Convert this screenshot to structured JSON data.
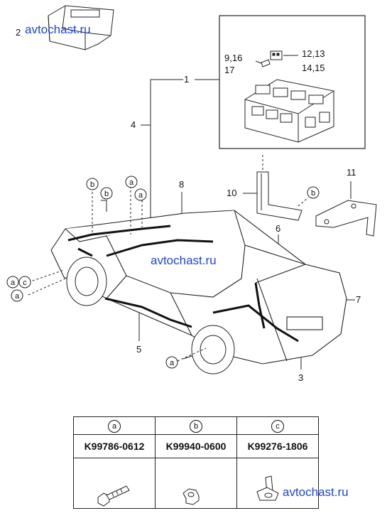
{
  "watermarks": [
    "avtochast.ru",
    "avtochast.ru",
    "avtochast.ru"
  ],
  "callouts": {
    "c1": "1",
    "c2": "2",
    "c4": "4",
    "c5": "5",
    "c3": "3",
    "c6": "6",
    "c7": "7",
    "c8": "8",
    "c10": "10",
    "c11": "11",
    "c9_16": "9,16",
    "c17": "17",
    "c12_13": "12,13",
    "c14_15": "14,15"
  },
  "letters": {
    "a": "a",
    "b": "b",
    "c": "c"
  },
  "parts_table": {
    "columns": [
      {
        "letter": "a",
        "part_no": "K99786-0612",
        "icon": "bolt-icon"
      },
      {
        "letter": "b",
        "part_no": "K99940-0600",
        "icon": "nut-icon"
      },
      {
        "letter": "c",
        "part_no": "K99276-1806",
        "icon": "clip-icon"
      }
    ]
  }
}
